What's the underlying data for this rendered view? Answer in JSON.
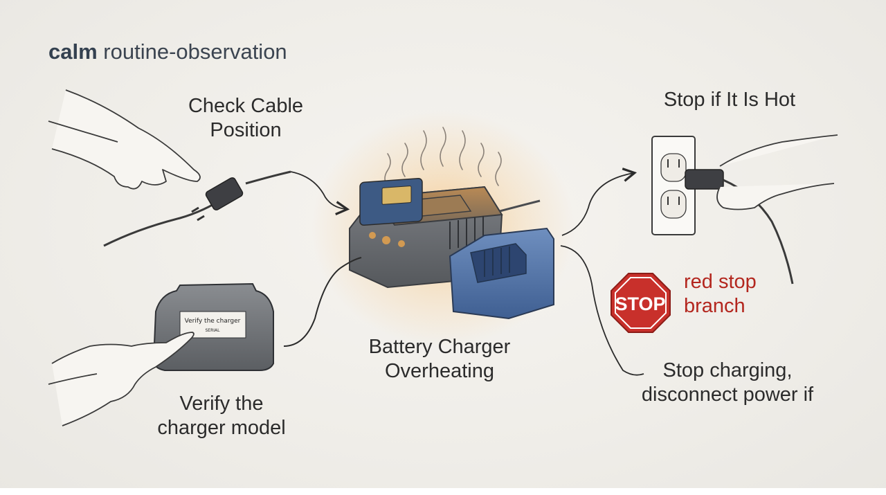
{
  "header": {
    "mood_bold": "calm",
    "mood_rest": "routine-observation"
  },
  "steps": {
    "check_cable": [
      "Check Cable",
      "Position"
    ],
    "verify_model": [
      "Verify the",
      "charger model"
    ],
    "center": [
      "Battery Charger",
      "Overheating"
    ],
    "stop_hot": "Stop if It Is Hot",
    "stop_branch": [
      "red stop",
      "branch"
    ],
    "stop_instruction": [
      "Stop charging,",
      "disconnect power if"
    ]
  },
  "sign": {
    "text": "STOP",
    "color": "#c8302b"
  },
  "charger_sticker": {
    "line1": "Verify the charger",
    "line2": "SERIAL"
  },
  "colors": {
    "charger_body": "#6f7378",
    "battery": "#4a6fa5",
    "glow": "#f0a040",
    "stop_text": "#b3261e"
  }
}
